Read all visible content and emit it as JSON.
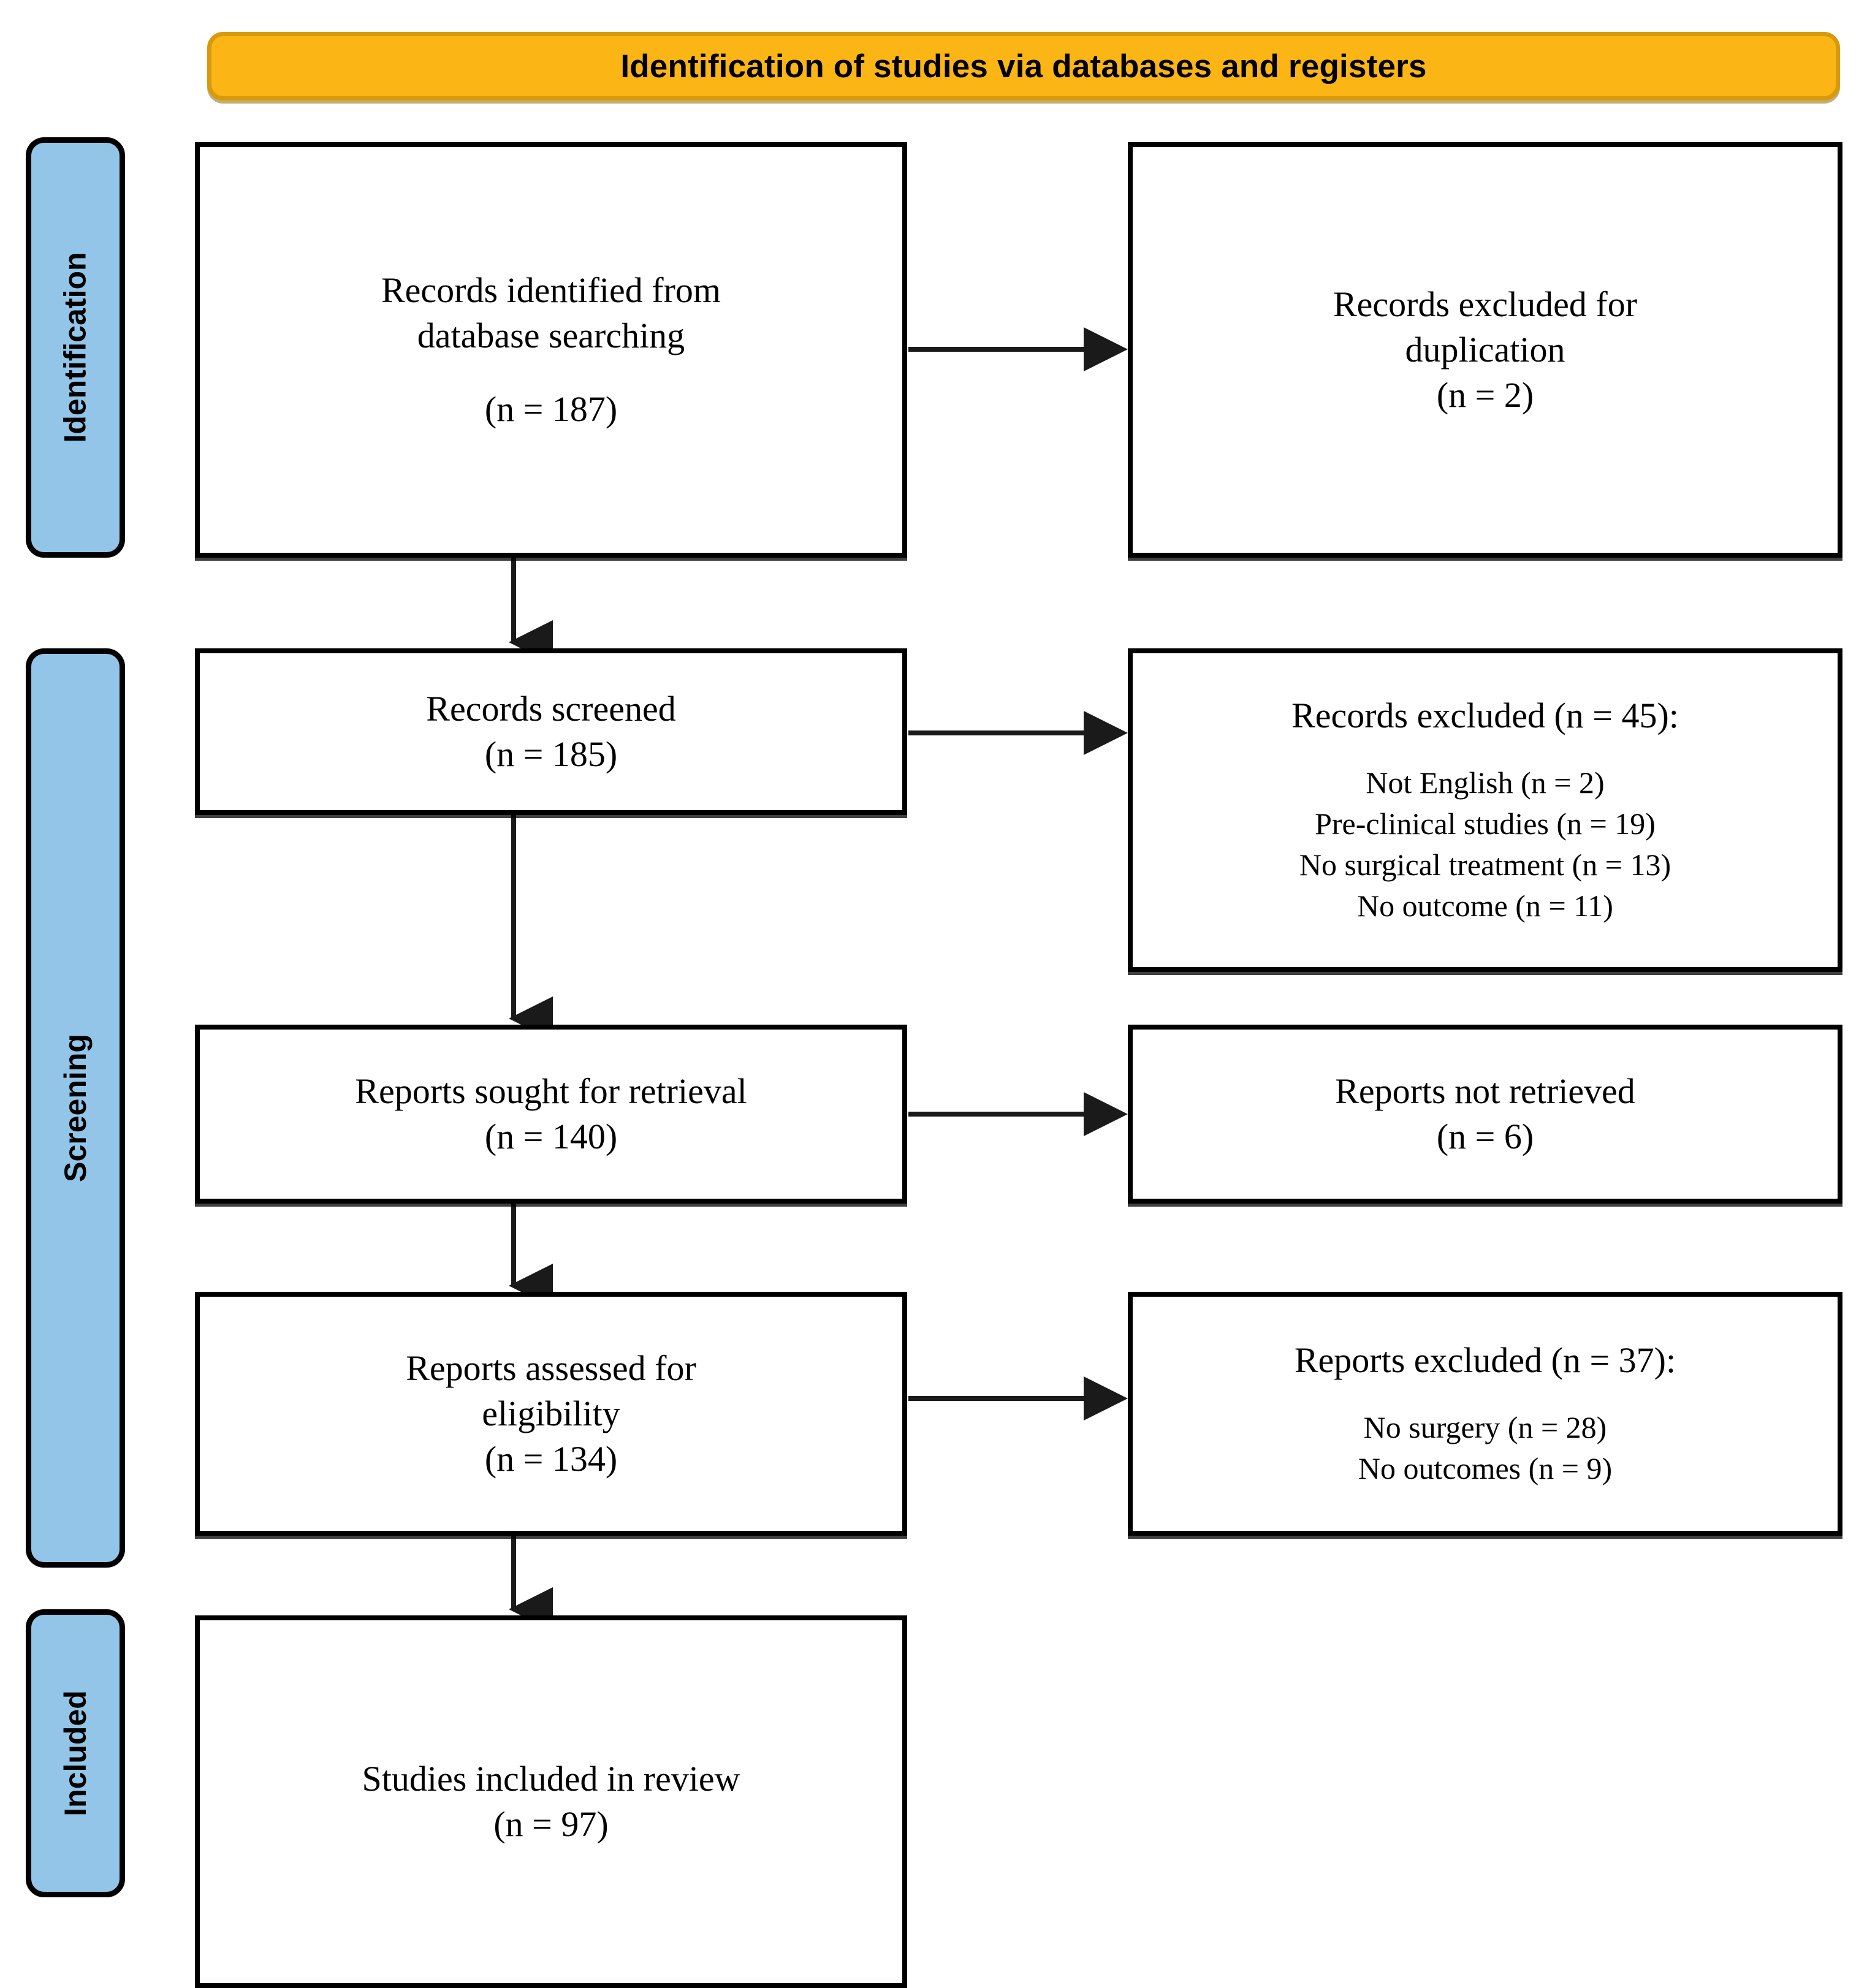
{
  "header": {
    "title": "Identification of studies via databases and registers",
    "background_color": "#FBB615",
    "border_color": "#D69A0C"
  },
  "stages": {
    "accent_color": "#92C5E8",
    "items": [
      {
        "id": "identification",
        "label": "Identification"
      },
      {
        "id": "screening",
        "label": "Screening"
      },
      {
        "id": "included",
        "label": "Included"
      }
    ]
  },
  "boxes": {
    "identified": {
      "line1": "Records identified from",
      "line2": "database searching",
      "count": "(n = 187)"
    },
    "duplicates": {
      "line1": "Records excluded for",
      "line2": "duplication",
      "count": "(n = 2)"
    },
    "screened": {
      "line1": "Records screened",
      "count": "(n = 185)"
    },
    "records_excluded": {
      "heading": "Records excluded (n = 45):",
      "reasons": [
        "Not English (n = 2)",
        "Pre-clinical studies (n = 19)",
        "No surgical treatment (n = 13)",
        "No outcome (n = 11)"
      ]
    },
    "sought": {
      "line1": "Reports sought for retrieval",
      "count": "(n = 140)"
    },
    "not_retrieved": {
      "line1": "Reports not retrieved",
      "count": "(n = 6)"
    },
    "assessed": {
      "line1": "Reports assessed for",
      "line2": "eligibility",
      "count": "(n = 134)"
    },
    "reports_excluded": {
      "heading": "Reports excluded (n = 37):",
      "reasons": [
        "No surgery (n = 28)",
        "No outcomes (n = 9)"
      ]
    },
    "included": {
      "line1": "Studies included in review",
      "count": "(n = 97)"
    }
  },
  "flow": {
    "arrow_color": "#1a1a1a",
    "vertical_arrows": [
      {
        "from": "identified",
        "to": "screened"
      },
      {
        "from": "screened",
        "to": "sought"
      },
      {
        "from": "sought",
        "to": "assessed"
      },
      {
        "from": "assessed",
        "to": "included"
      }
    ],
    "horizontal_arrows": [
      {
        "from": "identified",
        "to": "duplicates"
      },
      {
        "from": "screened",
        "to": "records_excluded"
      },
      {
        "from": "sought",
        "to": "not_retrieved"
      },
      {
        "from": "assessed",
        "to": "reports_excluded"
      }
    ]
  }
}
